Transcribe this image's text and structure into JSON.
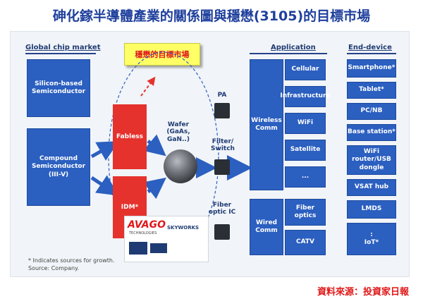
{
  "title": "砷化鎵半導體產業的關係圖與穩懋(3105)的目標市場",
  "market_header": "Global chip market",
  "target_market": "穩懋的目標市場",
  "silicon": "Silicon-based Semiconductor",
  "compound": "Compound Semiconductor (III-V)",
  "fabless": "Fabless",
  "idm": "IDM*",
  "wafer": "Wafer (GaAs, GaN..)",
  "chips": {
    "pa": "PA",
    "filter": "Filter/ Switch",
    "fiber": "Fiber optic IC"
  },
  "application_header": "Application",
  "enddevice_header": "End-device",
  "wireless": "Wireless Comm",
  "wired": "Wired Comm",
  "applications": [
    "Cellular",
    "Infrastructure",
    "WiFi",
    "Satellite",
    "..."
  ],
  "wired_apps": [
    "Fiber optics",
    "CATV"
  ],
  "end_devices": [
    "Smartphone*",
    "Tablet*",
    "PC/NB",
    "Base station*",
    "WiFi router/USB dongle",
    "VSAT hub",
    "LMDS",
    ":",
    "IoT*"
  ],
  "logos": {
    "avago": "AVAGO",
    "avago_sub": "TECHNOLOGIES",
    "skyworks": "SKYWORKS"
  },
  "notes": {
    "n1": "* Indicates sources for growth.",
    "n2": "Source: Company."
  },
  "source": "資料來源：投資家日報"
}
